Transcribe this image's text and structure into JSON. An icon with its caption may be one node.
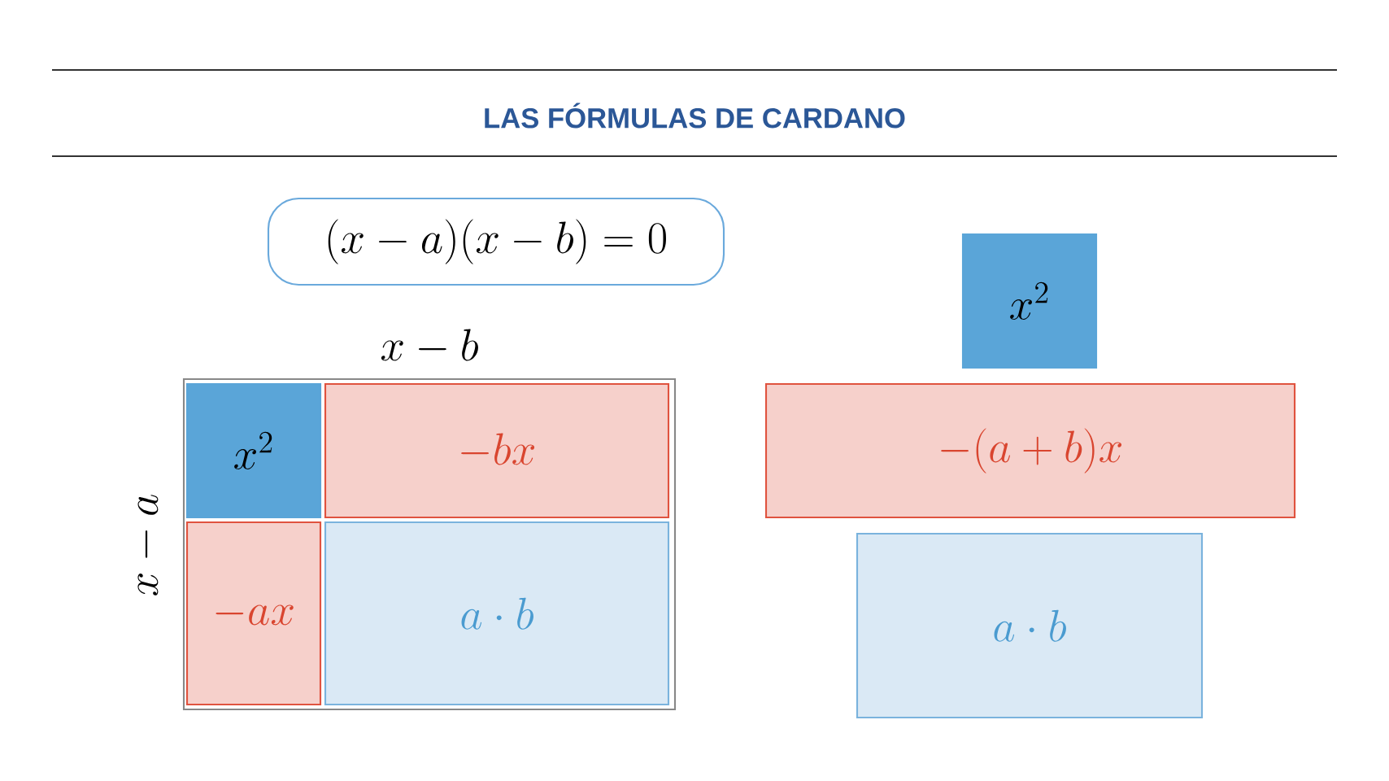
{
  "diagram": {
    "title": "LAS FÓRMULAS DE CARDANO",
    "nodes": [
      {
        "text": [
          "(x-a)(x-b)=0"
        ]
      },
      {
        "text": [],
        "shape": "box"
      },
      {
        "text": [
          "x^2"
        ],
        "in": 1
      },
      {
        "text": [
          "-bx"
        ],
        "in": 1
      },
      {
        "text": [
          "-ax"
        ],
        "in": 1
      },
      {
        "text": [
          "a\\cdot b"
        ],
        "in": 1
      },
      {
        "text": [
          "x^2"
        ]
      },
      {
        "text": [
          "-(a+b)x"
        ]
      },
      {
        "text": [
          "a\\cdot b"
        ]
      }
    ],
    "labels": [
      "x-b",
      "x-a"
    ]
  }
}
